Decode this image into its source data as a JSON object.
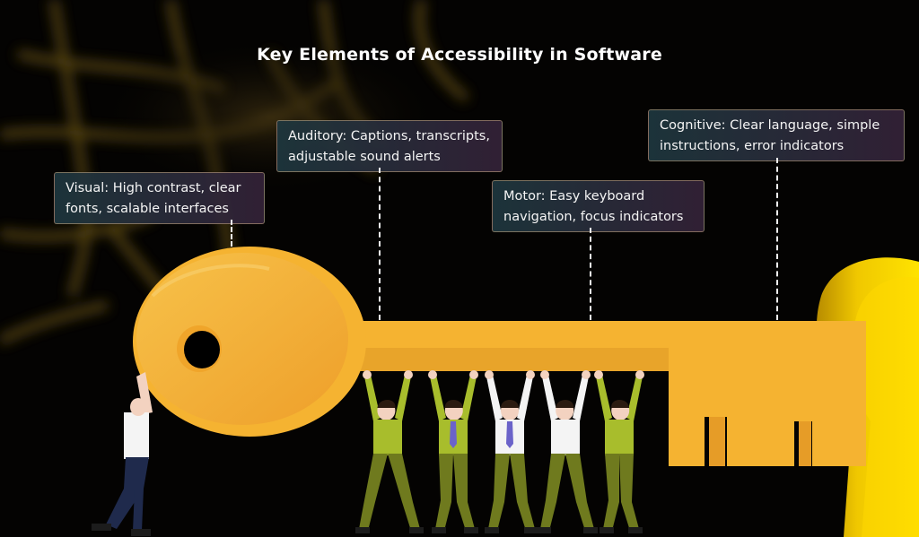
{
  "title": "Key Elements of Accessibility in Software",
  "callouts": [
    {
      "id": "visual",
      "lines": [
        "Visual: High contrast, clear",
        "fonts, scalable interfaces"
      ]
    },
    {
      "id": "auditory",
      "lines": [
        "Auditory: Captions, transcripts,",
        "adjustable sound alerts"
      ]
    },
    {
      "id": "motor",
      "lines": [
        "Motor: Easy keyboard",
        "navigation, focus indicators"
      ]
    },
    {
      "id": "cognitive",
      "lines": [
        "Cognitive: Clear language, simple",
        "instructions, error indicators"
      ]
    }
  ],
  "colors": {
    "key": "#f5b331",
    "key_dark": "#e69c27",
    "keyhole": "#e8bf00",
    "shirt": "#a8bd2c",
    "pants": "#6f7a1e",
    "tie": "#6b63c9",
    "background": "#040302"
  }
}
